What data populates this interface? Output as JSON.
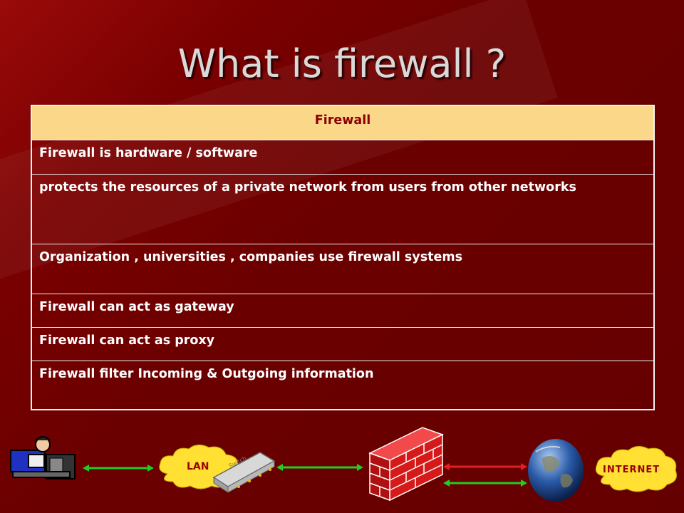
{
  "slide": {
    "title": "What is firewall ?"
  },
  "table": {
    "header": "Firewall",
    "rows": [
      "Firewall is hardware / software",
      "protects the resources of a private network from users from other networks",
      "Organization , universities , companies use firewall systems",
      "Firewall can act as gateway",
      "Firewall can act as proxy",
      "Firewall filter Incoming & Outgoing information"
    ]
  },
  "diagram": {
    "lan_label": "LAN",
    "switch_label": "Switch",
    "internet_label": "INTERNET",
    "icons": [
      "computer-user-icon",
      "lan-cloud-icon",
      "network-switch-icon",
      "brick-firewall-icon",
      "globe-icon",
      "internet-cloud-icon"
    ],
    "colors": {
      "green_arrow": "#22cc22",
      "red_arrow": "#e02020",
      "cloud": "#ffe033",
      "table_header": "#fbd78a"
    }
  }
}
